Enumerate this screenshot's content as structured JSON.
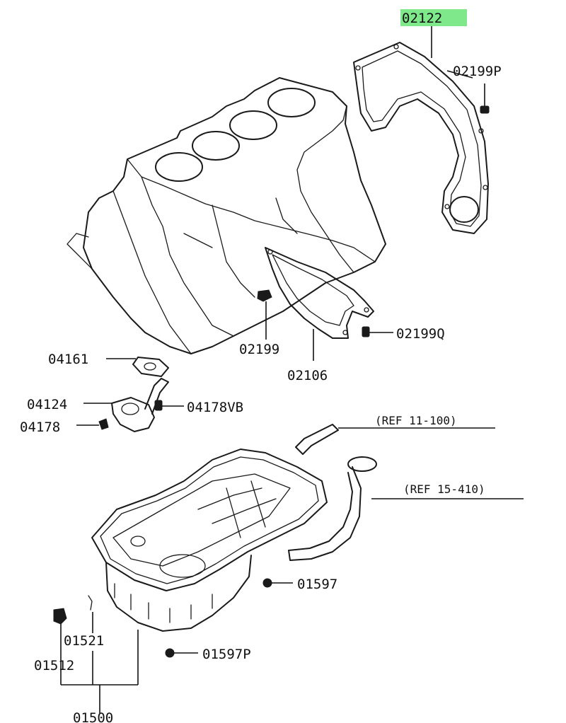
{
  "diagram": {
    "highlight_color": "#7ee88a",
    "labels": {
      "gasket_02122": "02122",
      "bolt_02199p": "02199P",
      "bolt_02199q": "02199Q",
      "bolt_02199": "02199",
      "cover_02106": "02106",
      "gasket_04161": "04161",
      "pump_04124": "04124",
      "bolt_04178vb": "04178VB",
      "bolt_04178": "04178",
      "bolt_01597": "01597",
      "bolt_01597p": "01597P",
      "gasket_01521": "01521",
      "plug_01512": "01512",
      "pan_01500": "01500"
    },
    "refs": {
      "ref_11_100": "(REF 11-100)",
      "ref_15_410": "(REF 15-410)"
    }
  }
}
